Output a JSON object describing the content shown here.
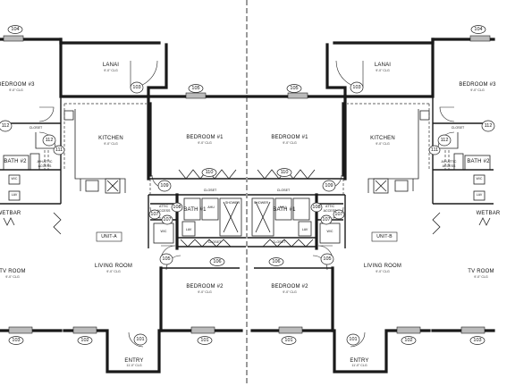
{
  "title": "Duplex floor plan",
  "rooms": {
    "lanai": "LANAI",
    "bedroom1": "BEDROOM #1",
    "bedroom2": "BEDROOM #2",
    "bedroom3": "BEDROOM #3",
    "kitchen": "KITCHEN",
    "living": "LIVING ROOM",
    "tv": "TV ROOM",
    "bath1": "BATH #1",
    "bath2": "BATH #2",
    "wetbar": "WETBAR",
    "entry": "ENTRY"
  },
  "ceiling": {
    "ninefoot": "9'-0\" CLG",
    "eleven": "11'-0\" CLG"
  },
  "labels": {
    "closet": "CLOSET",
    "shower": "SHOWER",
    "wc": "W/C",
    "lav": "LAV",
    "ahu": "AHU",
    "attic": "ATTIC",
    "access": "ACCESS",
    "ahu_attic": "A/H ATTIC"
  },
  "units": {
    "a": "UNIT-A",
    "b": "UNIT-B"
  },
  "tags": {
    "t101": "101",
    "t102": "102",
    "t103": "103",
    "t104": "104",
    "t105": "105",
    "t106": "106",
    "t107": "107",
    "t108": "108",
    "t109": "109",
    "t110": "110",
    "t111": "111",
    "t112": "112"
  }
}
